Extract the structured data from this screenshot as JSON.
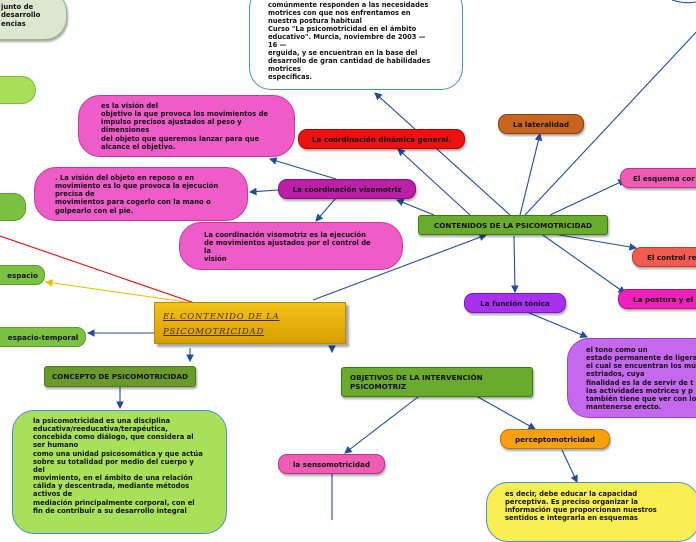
{
  "colors": {
    "line": "#1f4e9c",
    "line_red": "#e01010",
    "line_yellow": "#f0c000"
  },
  "central": {
    "label": "EL  CONTENIDO  DE  LA\nPSICOMOTRICIDAD"
  },
  "nodes": [
    {
      "id": "top-left-cloud",
      "text": "junto de\ndesarrollo\nencias",
      "color": "#dce6d0",
      "border": "#9fb08a"
    },
    {
      "id": "left-green-1",
      "text": "",
      "color": "#a9e05a",
      "border": "#7cb83a"
    },
    {
      "id": "left-green-2",
      "text": "",
      "color": "#7cc242",
      "border": "#5aa028"
    },
    {
      "id": "espacio",
      "text": "espacio",
      "color": "#7cc242",
      "border": "#5aa028"
    },
    {
      "id": "espacio-temporal",
      "text": "espacio-temporal",
      "color": "#7cc242",
      "border": "#5aa028"
    },
    {
      "id": "concepto",
      "text": "CONCEPTO DE PSICOMOTRICIDAD",
      "color": "#6a9a2c",
      "border": "#4a7a18"
    },
    {
      "id": "concepto-cloud",
      "text": "la psicomotricidad es una disciplina\neducativa/reeducativa/terapéutica,\nconcebida como diálogo, que considera al\nser humano\ncomo una unidad psicosomática y que actúa\nsobre su totalidad por medio del cuerpo y\ndel\nmovimiento, en el ámbito de una relación\ncálida y descentrada, mediante métodos\nactivos de\nmediación principalmente corporal, con el\nfin de contribuir a su desarrollo integral",
      "color": "#a9e05a",
      "border": "#4a90d0"
    },
    {
      "id": "coordinacion-cloud",
      "text": "comúnmente responden a las necesidades\nmotrices con que nos enfrentamos en\nnuestra postura habitual\nCurso \"La psicomotricidad en el ámbito\neducativo\". Murcia, noviembre de 2003 —\n16 —\nerguida, y se encuentran en la base del\ndesarrollo de gran cantidad de habilidades\nmotrices\nespecíficas.",
      "color": "#ffffff",
      "border": "#4a90d0"
    },
    {
      "id": "coordinacion-dinamica",
      "text": "La coordinación dinámica general.",
      "color": "#ee1111",
      "border": "#b00000"
    },
    {
      "id": "lateralidad",
      "text": "La lateralidad",
      "color": "#c8641e",
      "border": "#8a4010"
    },
    {
      "id": "esquema",
      "text": "El esquema cor",
      "color": "#ee5cb4",
      "border": "#c0308a"
    },
    {
      "id": "vision-cloud",
      "text": "es la visión del\nobjetivo la que provoca los movimientos de\nimpulso precisos ajustados al peso y\ndimensiones\ndel objeto que queremos lanzar para que\nalcance el objetivo.",
      "color": "#ee5cc8",
      "border": "#c43aa0"
    },
    {
      "id": "coordinacion-visomotriz",
      "text": "La coordinación visomotriz",
      "color": "#bb1fa8",
      "border": "#8a0f7a"
    },
    {
      "id": "reposo-cloud",
      "text": ". La visión del objeto en reposo o en\nmovimiento es lo que provoca la ejecución\nprecisa de\nmovimientos para cogerlo con la mano o\ngolpearlo con el pie.",
      "color": "#ee5cc8",
      "border": "#c43aa0"
    },
    {
      "id": "ejecucion-cloud",
      "text": "La coordinación visomotriz es la ejecución\nde movimientos ajustados por el control de\nla\nvisión",
      "color": "#ee5cc8",
      "border": "#c43aa0"
    },
    {
      "id": "contenidos",
      "text": "CONTENIDOS DE LA PSICOMOTRICIDAD",
      "color": "#6aaa2c",
      "border": "#3a7a10"
    },
    {
      "id": "control",
      "text": "El control re",
      "color": "#f25c50",
      "border": "#c03a30"
    },
    {
      "id": "postura",
      "text": "La postura y el e",
      "color": "#ee22bb",
      "border": "#b0108a"
    },
    {
      "id": "funcion-tonica",
      "text": "La función tónica",
      "color": "#a830f0",
      "border": "#7a18c0"
    },
    {
      "id": "tono-cloud",
      "text": "el tono como un\nestado permanente de ligera\nel cual se encuentran los mú\nestriados, cuya\nfinalidad es la de servir de t\nlas actividades motrices y p\ntambién tiene que ver con lo\nmantenerse erecto.",
      "color": "#c468ee",
      "border": "#9a40c8"
    },
    {
      "id": "objetivos",
      "text": "OBJETIVOS DE LA INTERVENCIÓN\nPSICOMOTRIZ",
      "color": "#6aaa2c",
      "border": "#3a7a10"
    },
    {
      "id": "sensomotricidad",
      "text": "la sensomotricidad",
      "color": "#ee5cb4",
      "border": "#c0308a"
    },
    {
      "id": "perceptomotricidad",
      "text": "perceptomotricidad",
      "color": "#f8a010",
      "border": "#c07800"
    },
    {
      "id": "percepcion-cloud",
      "text": "es decir, debe educar la capacidad\nperceptiva. Es preciso organizar la\ninformación que proporcionan nuestros\nsentidos e integrarla en esquemas",
      "color": "#f8ef50",
      "border": "#4a90d0"
    }
  ]
}
